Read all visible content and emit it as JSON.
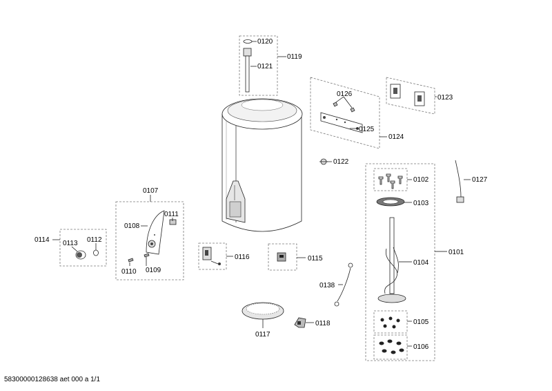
{
  "labels": {
    "p0101": "0101",
    "p0102": "0102",
    "p0103": "0103",
    "p0104": "0104",
    "p0105": "0105",
    "p0106": "0106",
    "p0107": "0107",
    "p0108": "0108",
    "p0109": "0109",
    "p0110": "0110",
    "p0111": "0111",
    "p0112": "0112",
    "p0113": "0113",
    "p0114": "0114",
    "p0115": "0115",
    "p0116": "0116",
    "p0117": "0117",
    "p0118": "0118",
    "p0119": "0119",
    "p0120": "0120",
    "p0121": "0121",
    "p0122": "0122",
    "p0123": "0123",
    "p0124": "0124",
    "p0125": "0125",
    "p0126": "0126",
    "p0127": "0127",
    "p0138": "0138"
  },
  "footer": "58300000128638 aet 000 a 1/1"
}
